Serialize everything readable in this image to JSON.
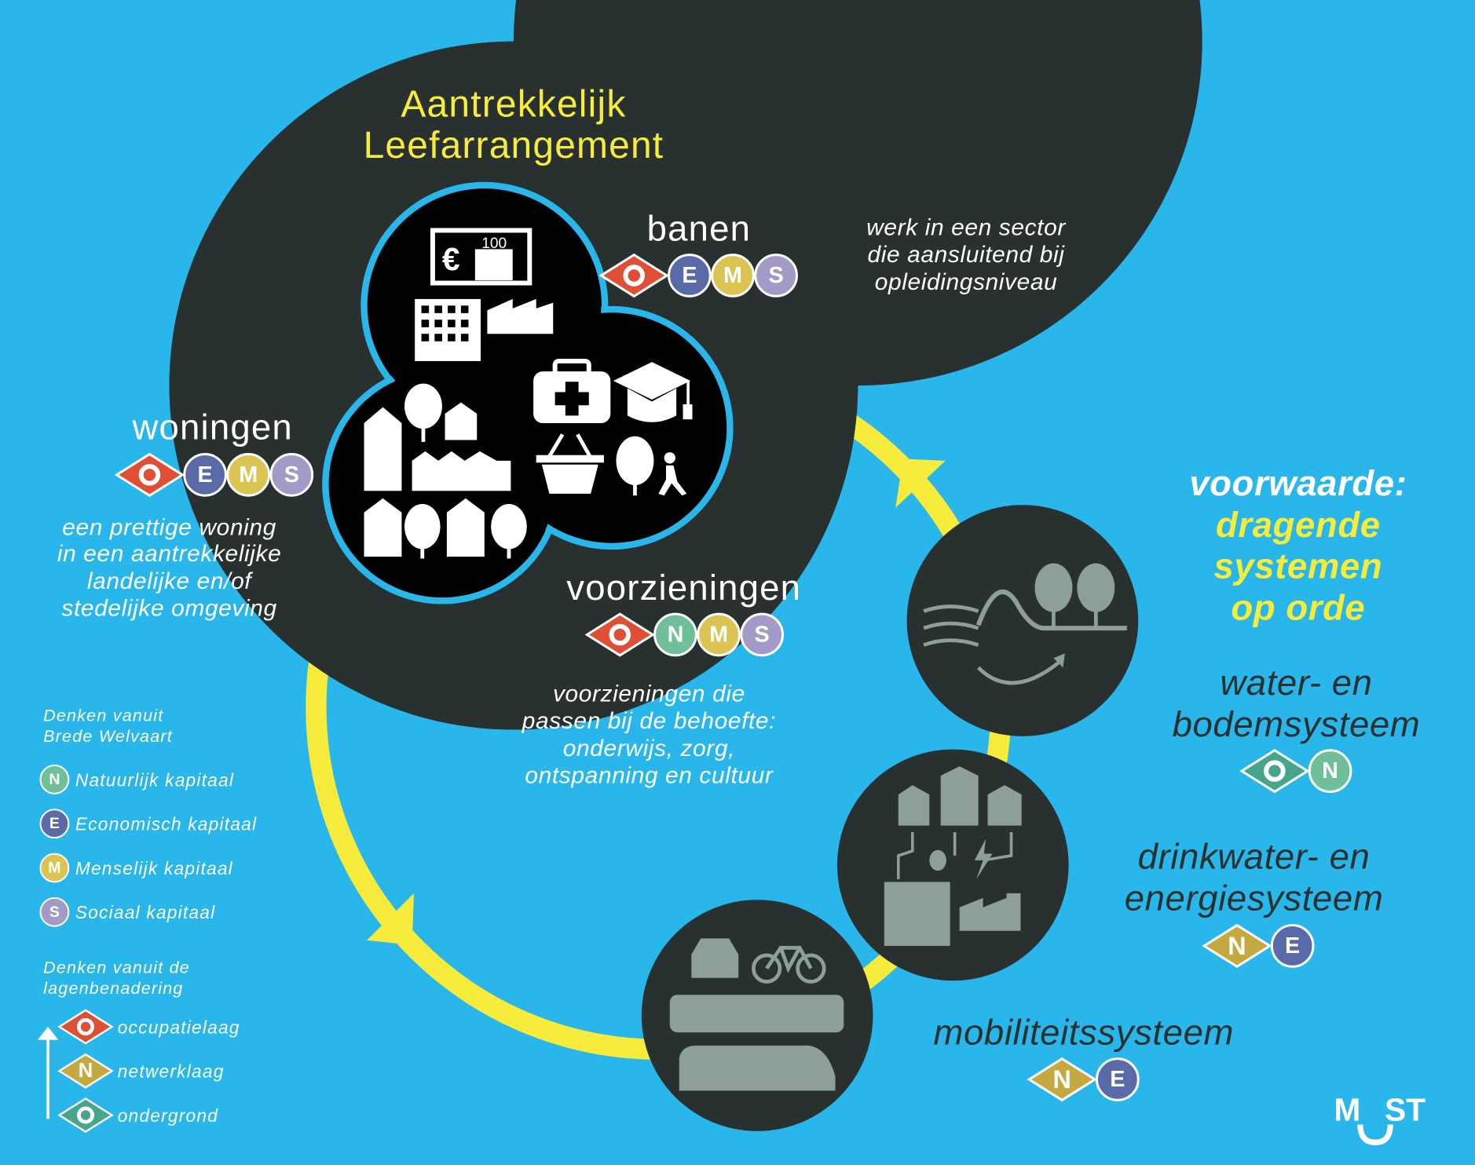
{
  "title": [
    "Aantrekkelijk",
    "Leefarrangement"
  ],
  "colors": {
    "background": "#29b6ea",
    "dark": "#283030",
    "yellow": "#f7ec3b",
    "occupatie": "#e04e35",
    "netwerk": "#c4a840",
    "ondergrond": "#46a58a",
    "N": "#6fbf9a",
    "E": "#5a6aa8",
    "M": "#dcc452",
    "S": "#a39ac7"
  },
  "banen": {
    "label": "banen",
    "badges": [
      {
        "type": "occupatie",
        "letter": "O"
      },
      {
        "type": "E",
        "letter": "E"
      },
      {
        "type": "M",
        "letter": "M"
      },
      {
        "type": "S",
        "letter": "S"
      }
    ],
    "description": [
      "werk in een sector",
      "die aansluitend bij",
      "opleidingsniveau"
    ]
  },
  "woningen": {
    "label": "woningen",
    "badges": [
      {
        "type": "occupatie",
        "letter": "O"
      },
      {
        "type": "E",
        "letter": "E"
      },
      {
        "type": "M",
        "letter": "M"
      },
      {
        "type": "S",
        "letter": "S"
      }
    ],
    "description": [
      "een prettige woning",
      "in een aantrekkelijke",
      "landelijke en/of",
      "stedelijke omgeving"
    ]
  },
  "voorzieningen": {
    "label": "voorzieningen",
    "badges": [
      {
        "type": "occupatie",
        "letter": "O"
      },
      {
        "type": "N",
        "letter": "N"
      },
      {
        "type": "M",
        "letter": "M"
      },
      {
        "type": "S",
        "letter": "S"
      }
    ],
    "description": [
      "voorzieningen die",
      "passen bij de behoefte:",
      "onderwijs, zorg,",
      "ontspanning en cultuur"
    ]
  },
  "banknote_value": "100",
  "voorwaarde": {
    "label": "voorwaarde:",
    "lines": [
      "dragende",
      "systemen",
      "op orde"
    ]
  },
  "systems": [
    {
      "lines": [
        "water- en",
        "bodemsysteem"
      ],
      "badges": [
        {
          "type": "ondergrond",
          "letter": "O"
        },
        {
          "type": "N",
          "letter": "N"
        }
      ]
    },
    {
      "lines": [
        "drinkwater- en",
        "energiesysteem"
      ],
      "badges": [
        {
          "type": "netwerk",
          "letter": "N"
        },
        {
          "type": "E",
          "letter": "E"
        }
      ]
    },
    {
      "lines": [
        "mobiliteitssysteem"
      ],
      "badges": [
        {
          "type": "netwerk",
          "letter": "N"
        },
        {
          "type": "E",
          "letter": "E"
        }
      ]
    }
  ],
  "legend": {
    "welvaart_title": [
      "Denken vanuit",
      "Brede Welvaart"
    ],
    "capitals": [
      {
        "type": "N",
        "letter": "N",
        "label": "Natuurlijk kapitaal"
      },
      {
        "type": "E",
        "letter": "E",
        "label": "Economisch kapitaal"
      },
      {
        "type": "M",
        "letter": "M",
        "label": "Menselijk kapitaal"
      },
      {
        "type": "S",
        "letter": "S",
        "label": "Sociaal kapitaal"
      }
    ],
    "lagen_title": [
      "Denken vanuit de",
      "lagenbenadering"
    ],
    "layers": [
      {
        "type": "occupatie",
        "letter": "O",
        "label": "occupatielaag"
      },
      {
        "type": "netwerk",
        "letter": "N",
        "label": "netwerklaag"
      },
      {
        "type": "ondergrond",
        "letter": "O",
        "label": "ondergrond"
      }
    ]
  },
  "logo": "MUST"
}
